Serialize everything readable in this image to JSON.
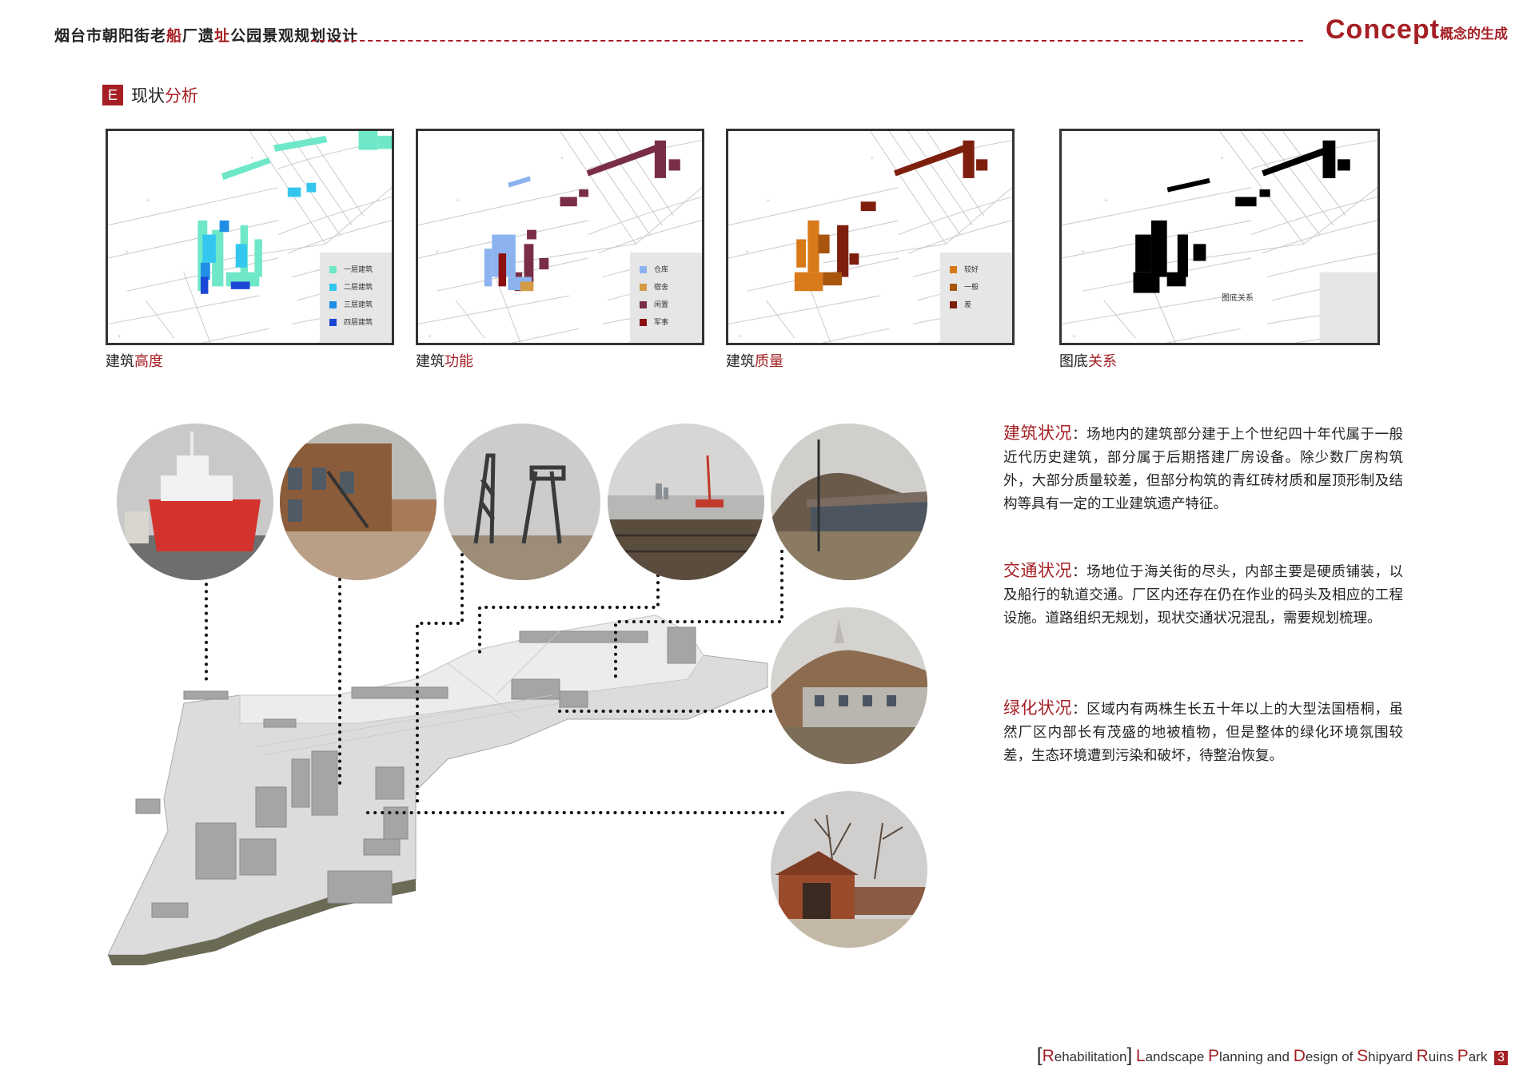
{
  "header": {
    "title_part1": "烟台市朝阳街老",
    "title_part2": "船",
    "title_part3": "厂遗",
    "title_part4": "址",
    "title_part5": "公园景观规划设计",
    "concept_en": "Concept",
    "concept_zh": "概念的生成"
  },
  "section": {
    "badge": "E",
    "title_a": "现状",
    "title_b": "分析"
  },
  "maps": [
    {
      "caption_a": "建筑",
      "caption_b": "高度",
      "legend": [
        {
          "label": "一层建筑",
          "color": "#6ee8c8"
        },
        {
          "label": "二层建筑",
          "color": "#35c6ef"
        },
        {
          "label": "三层建筑",
          "color": "#1f8fe6"
        },
        {
          "label": "四层建筑",
          "color": "#1c46d6"
        }
      ]
    },
    {
      "caption_a": "建筑",
      "caption_b": "功能",
      "legend": [
        {
          "label": "仓库",
          "color": "#8db3ef"
        },
        {
          "label": "宿舍",
          "color": "#d49a45"
        },
        {
          "label": "闲置",
          "color": "#7a2e46"
        },
        {
          "label": "军事",
          "color": "#8c1010"
        }
      ]
    },
    {
      "caption_a": "建筑",
      "caption_b": "质量",
      "legend": [
        {
          "label": "较好",
          "color": "#d8791a"
        },
        {
          "label": "一般",
          "color": "#a8560e"
        },
        {
          "label": "差",
          "color": "#7e1f0e"
        }
      ]
    },
    {
      "caption_a": "图底",
      "caption_b": "关系",
      "map_label": "图底关系"
    }
  ],
  "photos": [
    {
      "subject": "red-ship-photo"
    },
    {
      "subject": "brick-workshop-photo"
    },
    {
      "subject": "crane-structure-photo"
    },
    {
      "subject": "dock-harbor-photo"
    },
    {
      "subject": "hillside-house-photo"
    },
    {
      "subject": "pagoda-building-photo"
    },
    {
      "subject": "brick-shed-photo"
    }
  ],
  "status": [
    {
      "heading": "建筑状况",
      "text": "：场地内的建筑部分建于上个世纪四十年代属于一般近代历史建筑，部分属于后期搭建厂房设备。除少数厂房构筑外，大部分质量较差，但部分构筑的青红砖材质和屋顶形制及结构等具有一定的工业建筑遗产特征。"
    },
    {
      "heading": "交通状况",
      "text": "：场地位于海关街的尽头，内部主要是硬质铺装，以及船行的轨道交通。厂区内还存在仍在作业的码头及相应的工程设施。道路组织无规划，现状交通状况混乱，需要规划梳理。"
    },
    {
      "heading": "绿化状况",
      "text": "：区域内有两株生长五十年以上的大型法国梧桐，虽然厂区内部长有茂盛的地被植物，但是整体的绿化环境氛围较差，生态环境遭到污染和破坏，待整治恢复。"
    }
  ],
  "footer": {
    "bracket_open": "[",
    "r_letter": "R",
    "word_rest": "ehabilitation",
    "bracket_close": "]",
    "l1": "L",
    "w1": "andscape ",
    "l2": "P",
    "w2": "lanning and ",
    "l3": "D",
    "w3": "esign of ",
    "l4": "S",
    "w4": "hipyard ",
    "l5": "R",
    "w5": "uins ",
    "l6": "P",
    "w6": "ark",
    "page": "3"
  },
  "colors": {
    "accent": "#a51f24"
  }
}
